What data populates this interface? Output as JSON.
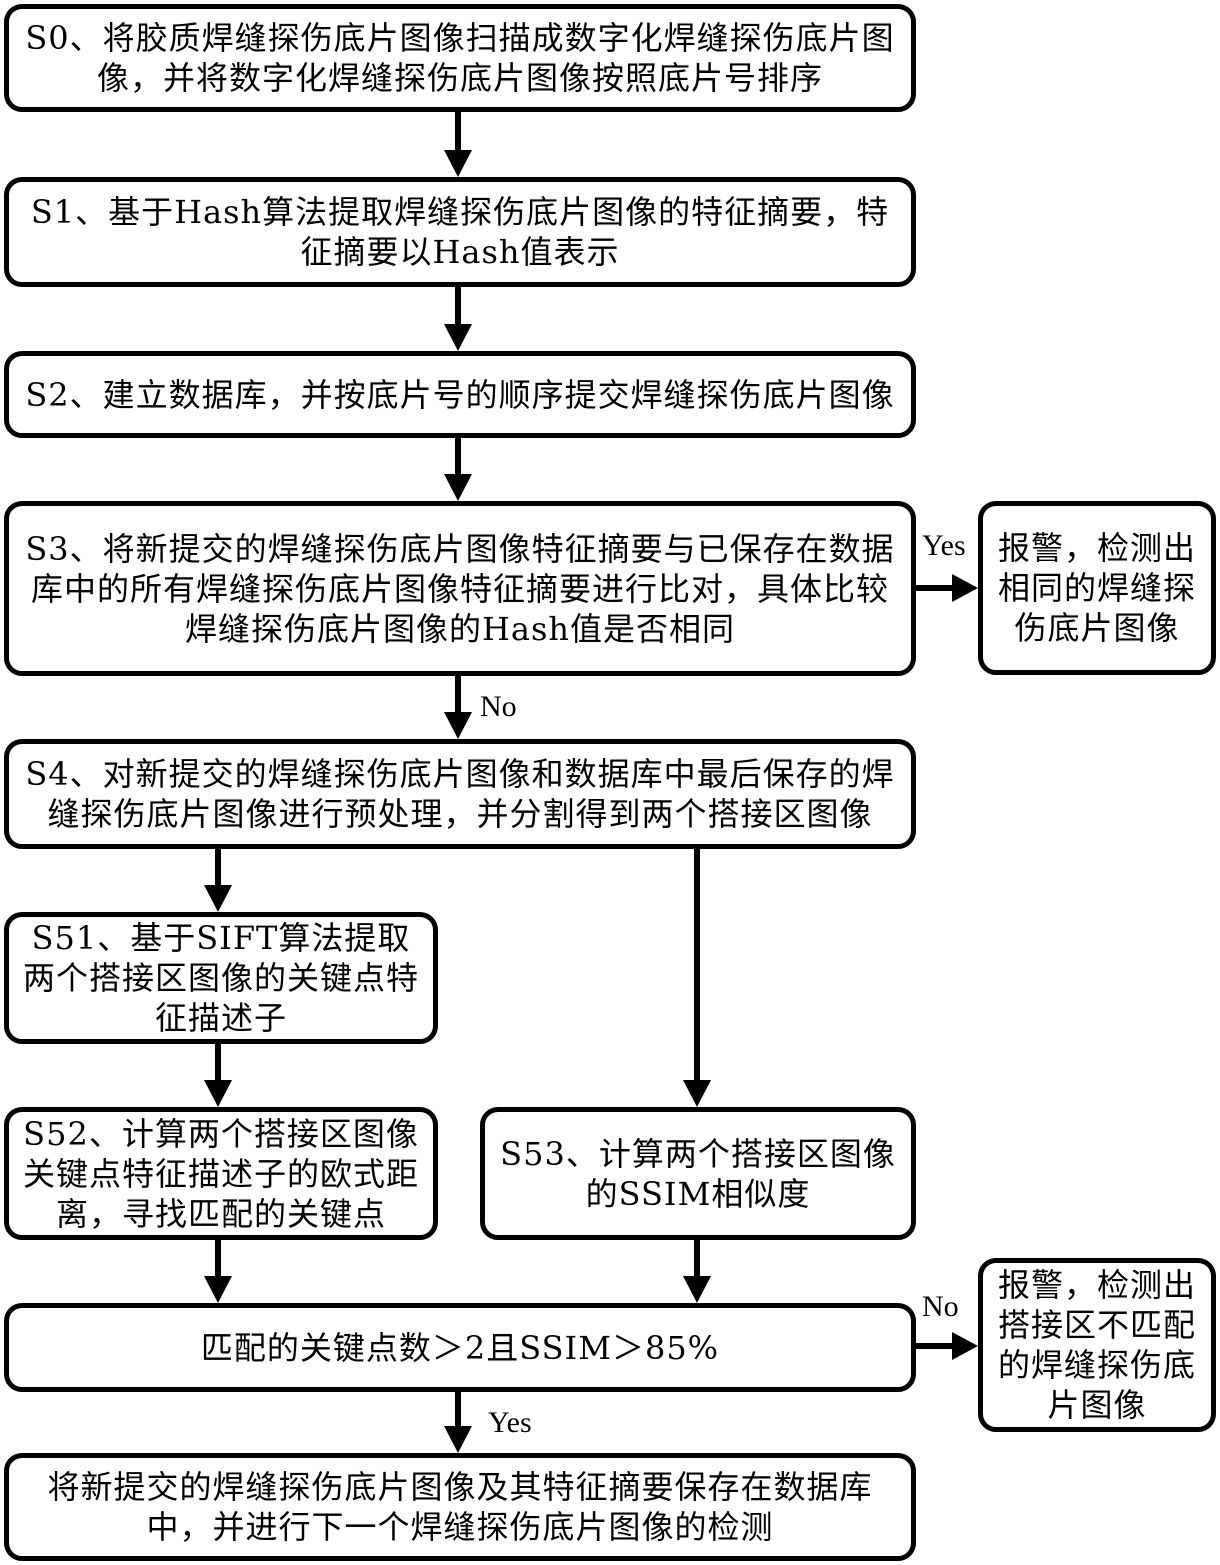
{
  "steps": {
    "s0": "S0、将胶质焊缝探伤底片图像扫描成数字化焊缝探伤底片图像，并将数字化焊缝探伤底片图像按照底片号排序",
    "s1": "S1、基于Hash算法提取焊缝探伤底片图像的特征摘要，特征摘要以Hash值表示",
    "s2": "S2、建立数据库，并按底片号的顺序提交焊缝探伤底片图像",
    "s3": "S3、将新提交的焊缝探伤底片图像特征摘要与已保存在数据库中的所有焊缝探伤底片图像特征摘要进行比对，具体比较焊缝探伤底片图像的Hash值是否相同",
    "alarm1": "报警，检测出相同的焊缝探伤底片图像",
    "s4": "S4、对新提交的焊缝探伤底片图像和数据库中最后保存的焊缝探伤底片图像进行预处理，并分割得到两个搭接区图像",
    "s51": "S51、基于SIFT算法提取两个搭接区图像的关键点特征描述子",
    "s52": "S52、计算两个搭接区图像关键点特征描述子的欧式距离，寻找匹配的关键点",
    "s53": "S53、计算两个搭接区图像的SSIM相似度",
    "decision": "匹配的关键点数＞2且SSIM＞85%",
    "alarm2": "报警，检测出搭接区不匹配的焊缝探伤底片图像",
    "final": "将新提交的焊缝探伤底片图像及其特征摘要保存在数据库中，并进行下一个焊缝探伤底片图像的检测"
  },
  "labels": {
    "s3_yes": "Yes",
    "s3_no": "No",
    "decision_no": "No",
    "decision_yes": "Yes"
  }
}
